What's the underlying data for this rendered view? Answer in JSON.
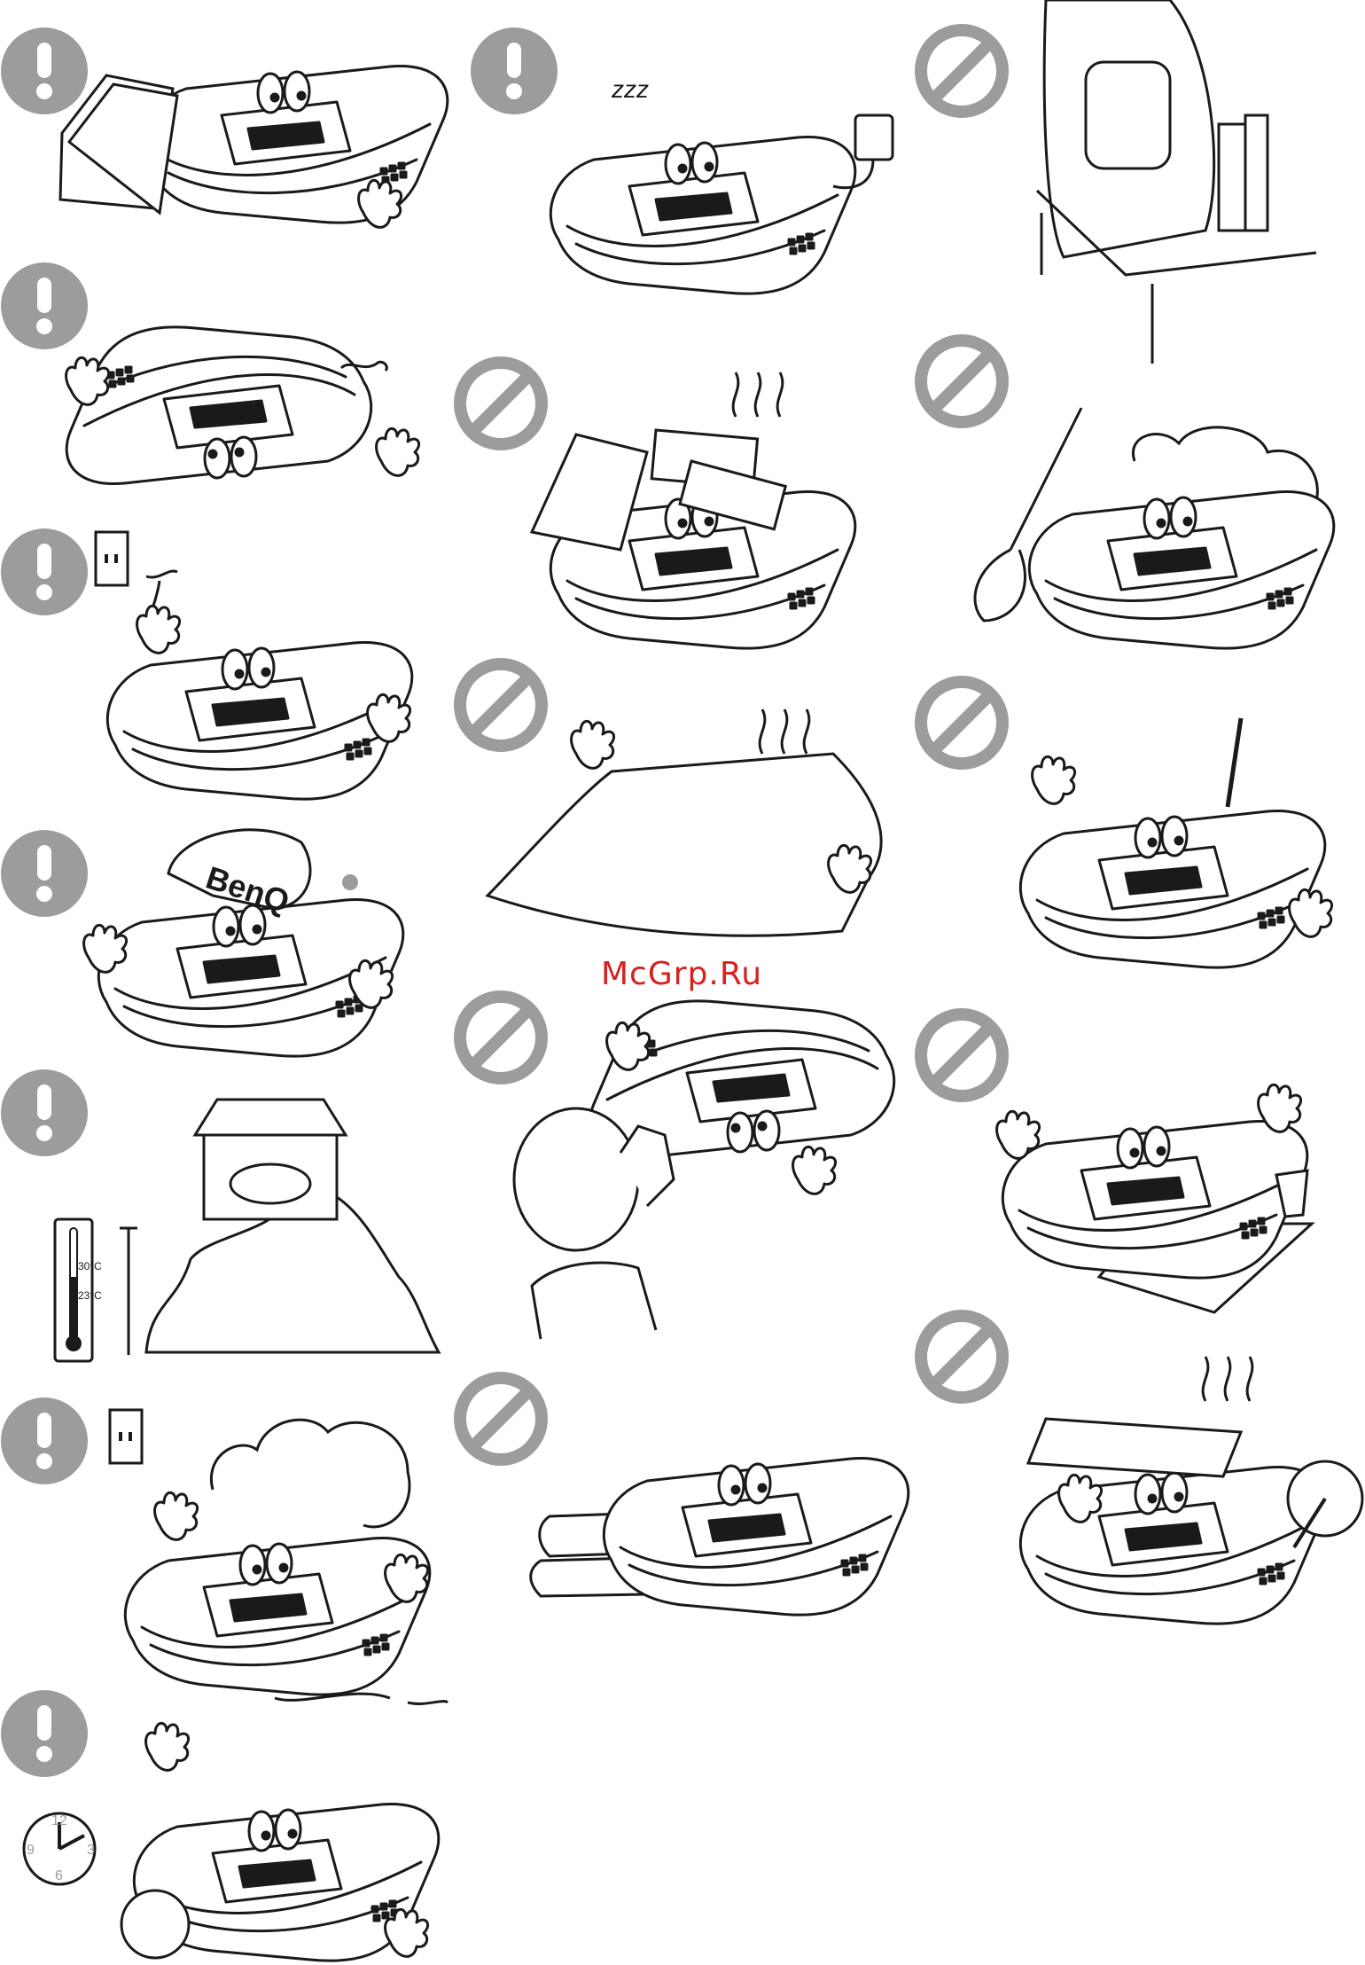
{
  "watermark": "McGrp.Ru",
  "icons": {
    "must": "exclamation-icon",
    "must_not": "prohibited-icon"
  },
  "colors": {
    "icon_gray": "#9c9c9c",
    "line": "#1a1a1a",
    "watermark": "#d6211f"
  },
  "thermometer": {
    "high": "30°C",
    "low": "23°C"
  },
  "clock": {
    "n12": "12",
    "n3": "3",
    "n6": "6",
    "n9": "9"
  },
  "cap_text": "BenQ",
  "sleep_text": "zzz"
}
